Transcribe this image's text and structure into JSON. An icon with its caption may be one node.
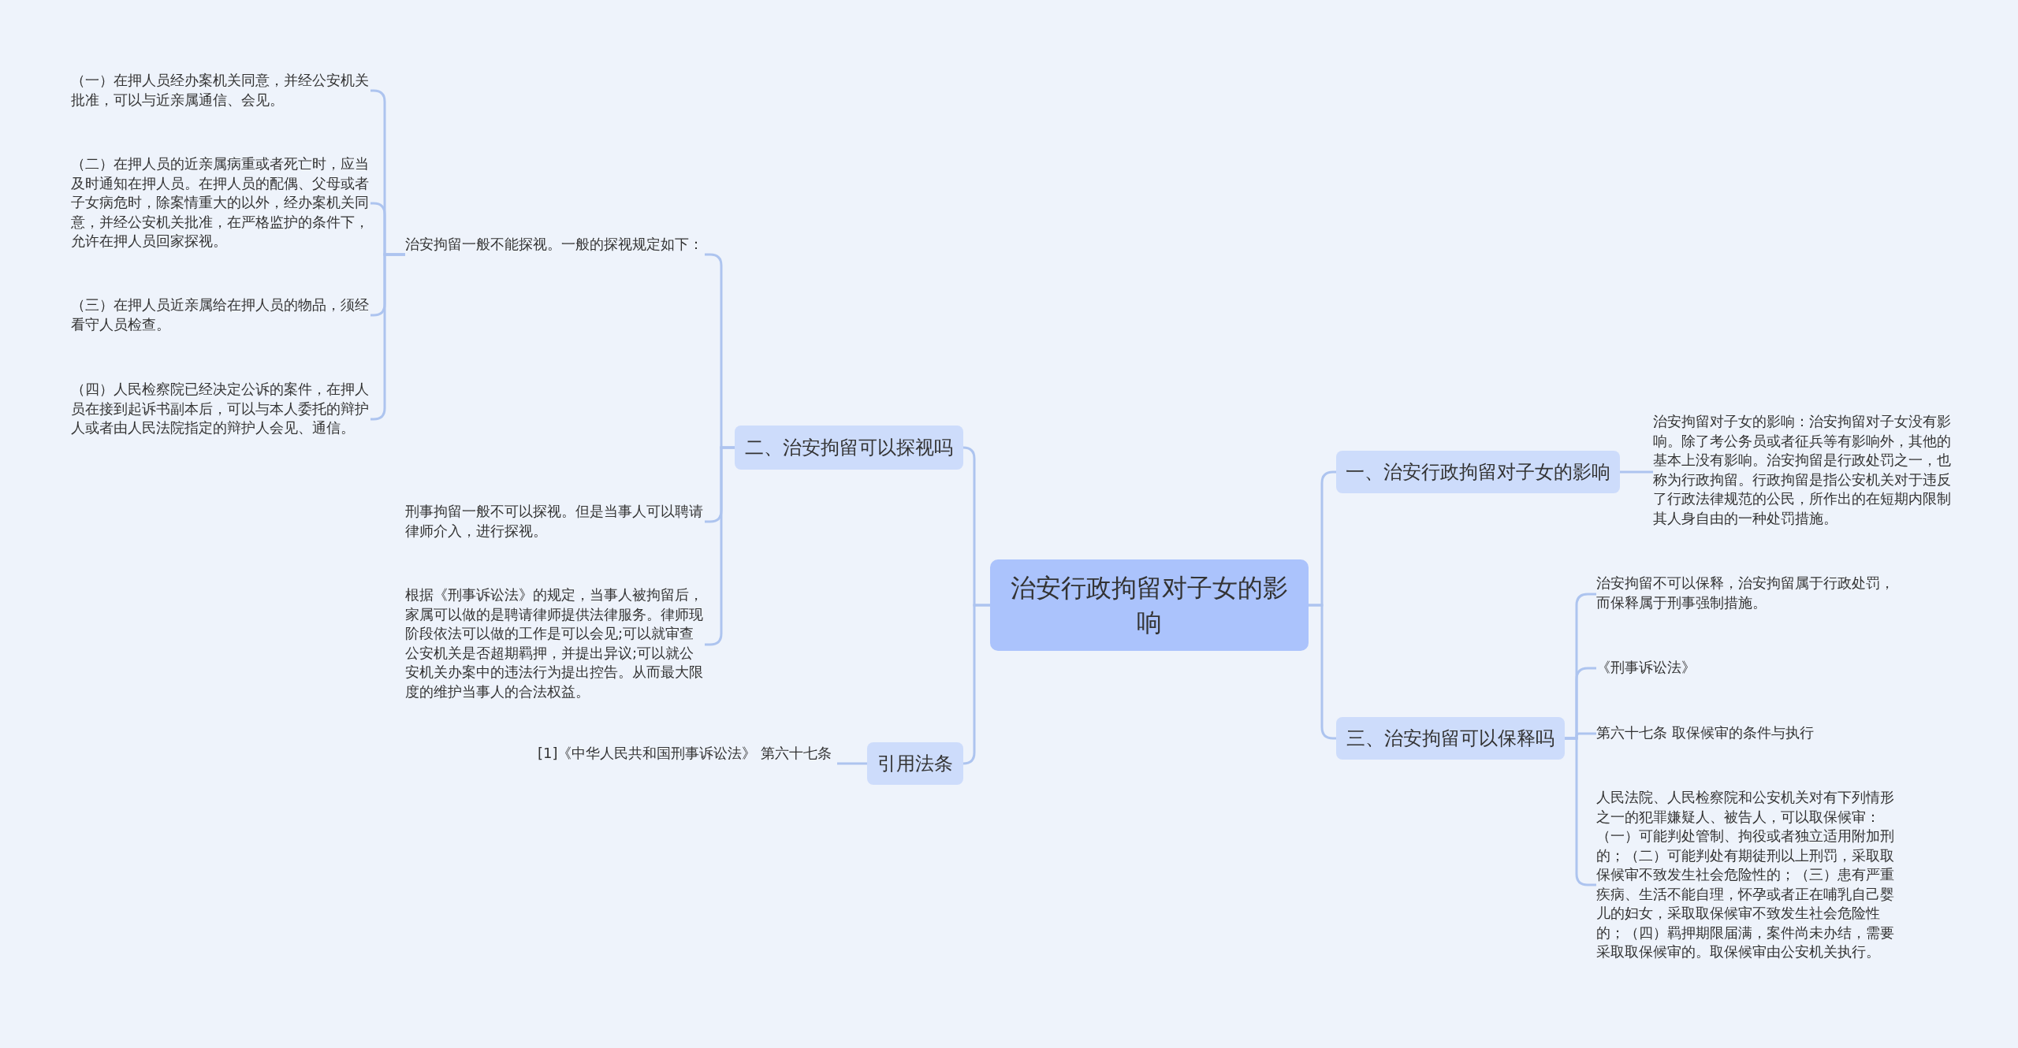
{
  "diagram": {
    "nodes": [
      {
        "text": [
          "治安行政拘留对子女的影响"
        ]
      },
      {
        "text": [
          "一、治安行政拘留对子女的影响"
        ]
      },
      {
        "text": [
          "治安拘留对子女的影响：治安拘留对子女没有影响。除了考公务员或者征兵等有影响外，其他的基本上没有影响。治安拘留是行政处罚之一，也称为行政拘留。行政拘留是指公安机关对于违反了行政法律规范的公民，所作出的在短期内限制其人身自由的一种处罚措施。"
        ]
      },
      {
        "text": [
          "三、治安拘留可以保释吗"
        ]
      },
      {
        "text": [
          "治安拘留不可以保释，治安拘留属于行政处罚，而保释属于刑事强制措施。"
        ]
      },
      {
        "text": [
          "《刑事诉讼法》"
        ]
      },
      {
        "text": [
          "第六十七条 取保候审的条件与执行"
        ]
      },
      {
        "text": [
          "人民法院、人民检察院和公安机关对有下列情形之一的犯罪嫌疑人、被告人，可以取保候审：（一）可能判处管制、拘役或者独立适用附加刑的；（二）可能判处有期徒刑以上刑罚，采取取保候审不致发生社会危险性的；（三）患有严重疾病、生活不能自理，怀孕或者正在哺乳自己婴儿的妇女，采取取保候审不致发生社会危险性的；（四）羁押期限届满，案件尚未办结，需要采取取保候审的。取保候审由公安机关执行。"
        ]
      },
      {
        "text": [
          "二、治安拘留可以探视吗"
        ]
      },
      {
        "text": [
          "治安拘留一般不能探视。一般的探视规定如下："
        ]
      },
      {
        "text": [
          "（一）在押人员经办案机关同意，并经公安机关批准，可以与近亲属通信、会见。"
        ]
      },
      {
        "text": [
          "（二）在押人员的近亲属病重或者死亡时，应当及时通知在押人员。在押人员的配偶、父母或者子女病危时，除案情重大的以外，经办案机关同意，并经公安机关批准，在严格监护的条件下，允许在押人员回家探视。"
        ]
      },
      {
        "text": [
          "（三）在押人员近亲属给在押人员的物品，须经看守人员检查。"
        ]
      },
      {
        "text": [
          "（四）人民检察院已经决定公诉的案件，在押人员在接到起诉书副本后，可以与本人委托的辩护人或者由人民法院指定的辩护人会见、通信。"
        ]
      },
      {
        "text": [
          "刑事拘留一般不可以探视。但是当事人可以聘请律师介入，进行探视。"
        ]
      },
      {
        "text": [
          "根据《刑事诉讼法》的规定，当事人被拘留后，家属可以做的是聘请律师提供法律服务。律师现阶段依法可以做的工作是可以会见;可以就审查公安机关是否超期羁押，并提出异议;可以就公安机关办案中的违法行为提出控告。从而最大限度的维护当事人的合法权益。"
        ]
      },
      {
        "text": [
          "引用法条"
        ]
      },
      {
        "text": [
          "[1]《中华人民共和国刑事诉讼法》 第六十七条"
        ]
      }
    ],
    "edges": [
      {
        "from": 0,
        "to": 1,
        "arrow": "none"
      },
      {
        "from": 1,
        "to": 2,
        "arrow": "none"
      },
      {
        "from": 0,
        "to": 3,
        "arrow": "none"
      },
      {
        "from": 3,
        "to": 4,
        "arrow": "none"
      },
      {
        "from": 3,
        "to": 5,
        "arrow": "none"
      },
      {
        "from": 3,
        "to": 6,
        "arrow": "none"
      },
      {
        "from": 3,
        "to": 7,
        "arrow": "none"
      },
      {
        "from": 0,
        "to": 8,
        "arrow": "none"
      },
      {
        "from": 8,
        "to": 9,
        "arrow": "none"
      },
      {
        "from": 9,
        "to": 10,
        "arrow": "none"
      },
      {
        "from": 9,
        "to": 11,
        "arrow": "none"
      },
      {
        "from": 9,
        "to": 12,
        "arrow": "none"
      },
      {
        "from": 9,
        "to": 13,
        "arrow": "none"
      },
      {
        "from": 8,
        "to": 14,
        "arrow": "none"
      },
      {
        "from": 8,
        "to": 15,
        "arrow": "none"
      },
      {
        "from": 0,
        "to": 16,
        "arrow": "none"
      },
      {
        "from": 16,
        "to": 17,
        "arrow": "none"
      }
    ]
  }
}
